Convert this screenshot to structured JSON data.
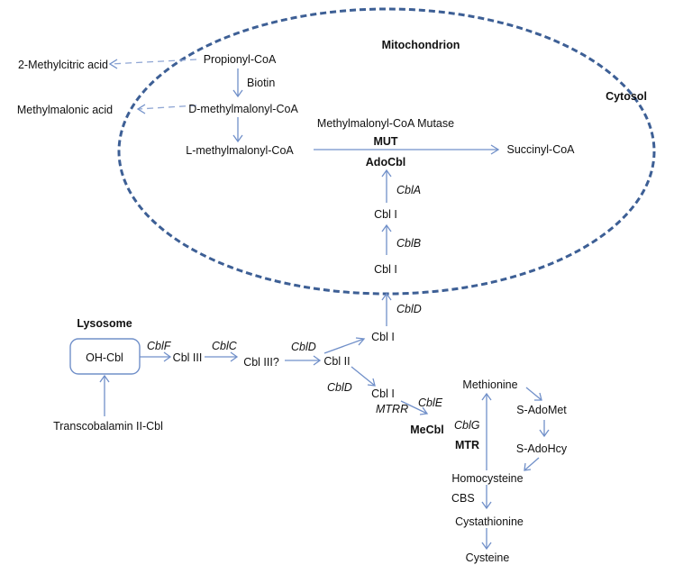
{
  "compartments": {
    "mitochondrion": "Mitochondrion",
    "cytosol": "Cytosol",
    "lysosome": "Lysosome"
  },
  "metabolites": {
    "methylcitric": "2-Methylcitric acid",
    "propionyl": "Propionyl-CoA",
    "biotin": "Biotin",
    "methylmalonic": "Methylmalonic acid",
    "d_methylmalonyl": "D-methylmalonyl-CoA",
    "l_methylmalonyl": "L-methylmalonyl-CoA",
    "mut_name": "Methylmalonyl-CoA Mutase",
    "mut": "MUT",
    "succinyl": "Succinyl-CoA",
    "adocbl": "AdoCbl",
    "cbla": "CblA",
    "cbl_i_1": "Cbl I",
    "cblb": "CblB",
    "cbl_i_2": "Cbl I",
    "cbld_1": "CblD",
    "cbl_i_3": "Cbl I",
    "oh_cbl": "OH-Cbl",
    "cblf": "CblF",
    "cbl_iii": "Cbl III",
    "cblc": "CblC",
    "cbl_iii_q": "Cbl III?",
    "cbld_2": "CblD",
    "cbl_ii": "Cbl II",
    "cbld_3": "CblD",
    "cbl_i_4": "Cbl I",
    "cble": "CblE",
    "mtrr": "MTRR",
    "mecbl": "MeCbl",
    "transcobalamin": "Transcobalamin II-Cbl",
    "methionine": "Methionine",
    "s_adomet": "S-AdoMet",
    "s_adohcy": "S-AdoHcy",
    "cblg": "CblG",
    "mtr": "MTR",
    "homocysteine": "Homocysteine",
    "cbs": "CBS",
    "cystathionine": "Cystathionine",
    "cysteine": "Cysteine"
  },
  "colors": {
    "membrane": "#3d5f95",
    "arrow": "#7190c9",
    "dashed_arrow": "#8fa6d4"
  }
}
